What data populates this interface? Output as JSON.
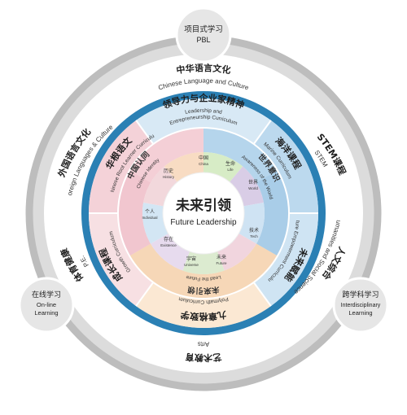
{
  "center": {
    "zh": "未来引领",
    "en": "Future Leadership"
  },
  "pbl": {
    "zh": "项目式学习",
    "en": "PBL"
  },
  "online": {
    "zh": "在线学习",
    "en1": "On-line",
    "en2": "Learning"
  },
  "interdisciplinary": {
    "zh": "跨学科学习",
    "en1": "Interdisciplinary",
    "en2": "Learning"
  },
  "outer_ring": {
    "chinese": {
      "zh": "中华语言文化",
      "en": "Chinese Language and Culture"
    },
    "stem": {
      "zh": "STEM课程",
      "en": "STEM"
    },
    "humanities": {
      "zh": "人文综合",
      "en": "Humanities and Social Sciences"
    },
    "arts": {
      "zh": "艺术教育",
      "en": "Arts"
    },
    "pe": {
      "zh": "体育健康",
      "en": "P.E."
    },
    "foreign": {
      "zh": "外国语言文化",
      "en": "Foreign Languages & Cultures"
    }
  },
  "curricula": {
    "leadership": {
      "zh": "领导力与企业家精神",
      "en1": "Leadership and",
      "en2": "Entrepreneurship Curriculum"
    },
    "marine": {
      "zh": "海洋课程",
      "en": "Marine Curriculum"
    },
    "future_emp": {
      "zh": "未来赋能",
      "en": "Future Empowerment Curriculum"
    },
    "polymath": {
      "zh": "九章格致学",
      "en": "Polymath Curriculum"
    },
    "growth": {
      "zh": "成长课程",
      "en": "Growth Curriculum"
    },
    "roots": {
      "zh": "华根语文",
      "en": "Chinese Root Learner Curriculum"
    }
  },
  "middle_ring": {
    "identity": {
      "zh": "中国认同",
      "en": "Chinese Identity"
    },
    "world": {
      "zh": "世界意识",
      "en": "Awareness of the World"
    },
    "lead": {
      "zh": "未来引领",
      "en": "Lead the Future"
    }
  },
  "inner_ring": {
    "china": {
      "zh": "中国",
      "en": "China"
    },
    "history": {
      "zh": "历史",
      "en": "History"
    },
    "individual": {
      "zh": "个人",
      "en": "Individual"
    },
    "existence": {
      "zh": "存在",
      "en": "Existence"
    },
    "universe": {
      "zh": "宇宙",
      "en": "Universe"
    },
    "future": {
      "zh": "未来",
      "en": "Future"
    },
    "tech": {
      "zh": "技术",
      "en": "Tech"
    },
    "world": {
      "zh": "世界",
      "en": "World"
    },
    "life": {
      "zh": "生命",
      "en": "Life"
    }
  },
  "colors": {
    "blue_ring": "#2b80b4",
    "pink": "#f4d6db",
    "light_blue": "#cfe4f3",
    "peach": "#f7dcbf",
    "outer_grey": "#dcdcdc"
  }
}
